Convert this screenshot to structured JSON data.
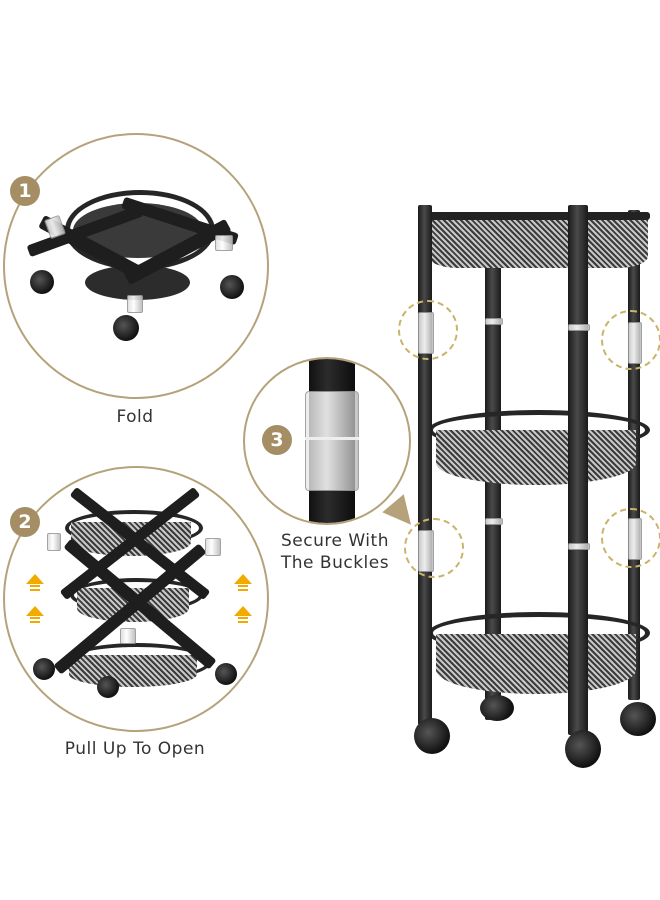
{
  "product": {
    "colors": {
      "accent_gold": "#a58e64",
      "callout_border": "#b5a27a",
      "dashed_highlight": "#c9b46a",
      "arrow_yellow": "#f2a900",
      "frame_black": "#1e1e1e"
    }
  },
  "steps": [
    {
      "number": "1",
      "label": "Fold",
      "image": "folded-cart-image"
    },
    {
      "number": "2",
      "label": "Pull Up To Open",
      "image": "expanding-cart-image"
    },
    {
      "number": "3",
      "label_line1": "Secure With",
      "label_line2": "The Buckles",
      "image": "buckle-closeup-image"
    }
  ],
  "main_image": {
    "subject": "3-tier round rolling cart",
    "tiers": 3,
    "wheels": 4,
    "highlighted_buckles": 4
  }
}
